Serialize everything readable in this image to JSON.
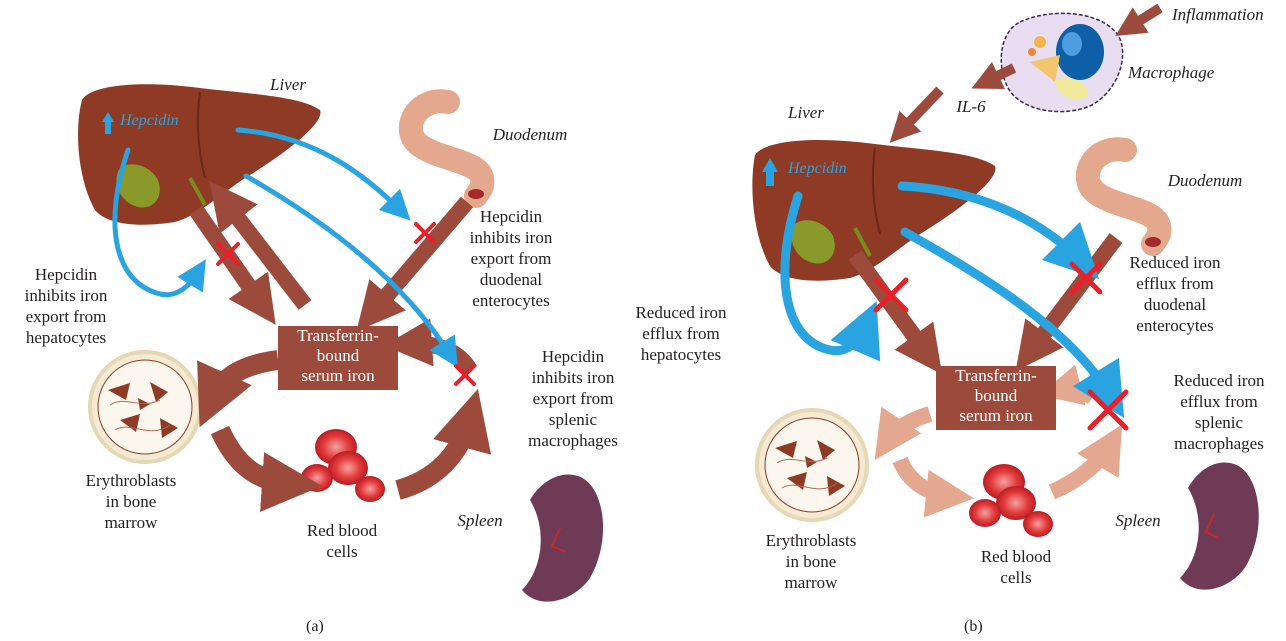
{
  "colors": {
    "arrow_brown": "#9c4a3b",
    "arrow_blue": "#2aa4e0",
    "block_red": "#e8202a",
    "box_fill": "#9c4a3b",
    "liver": "#8e3a24",
    "duodenum": "#e3a88e",
    "spleen": "#6e3a55",
    "macrophage": "#e9ddf1",
    "faded_arrow": "#e4a78f"
  },
  "icons": [
    "liver-icon",
    "duodenum-icon",
    "spleen-icon",
    "bone-marrow-icon",
    "red-blood-cells-icon",
    "macrophage-icon",
    "block-x-icon",
    "up-arrow-icon"
  ],
  "panel_a": {
    "caption": "(a)",
    "liver_label": "Liver",
    "hepcidin_label": "Hepcidin",
    "duodenum_label": "Duodenum",
    "hepatocytes_label": "Hepcidin\ninhibits iron\nexport from\nhepatocytes",
    "duodenal_label": "Hepcidin\ninhibits iron\nexport from\nduodenal\nenterocytes",
    "splenic_label": "Hepcidin\ninhibits iron\nexport from\nsplenic\nmacrophages",
    "transferrin_label": "Transferrin-\nbound\nserum iron",
    "erythroblasts_label": "Erythroblasts\nin bone\nmarrow",
    "rbc_label": "Red blood\ncells",
    "spleen_label": "Spleen"
  },
  "panel_b": {
    "caption": "(b)",
    "inflammation_label": "Inflammation",
    "macrophage_label": "Macrophage",
    "il6_label": "IL-6",
    "liver_label": "Liver",
    "hepcidin_label": "Hepcidin",
    "duodenum_label": "Duodenum",
    "hepatocytes_label": "Reduced iron\nefflux from\nhepatocytes",
    "duodenal_label": "Reduced iron\nefflux from\nduodenal\nenterocytes",
    "splenic_label": "Reduced iron\nefflux from\nsplenic\nmacrophages",
    "transferrin_label": "Transferrin-\nbound\nserum iron",
    "erythroblasts_label": "Erythroblasts\nin bone\nmarrow",
    "rbc_label": "Red blood\ncells",
    "spleen_label": "Spleen"
  }
}
